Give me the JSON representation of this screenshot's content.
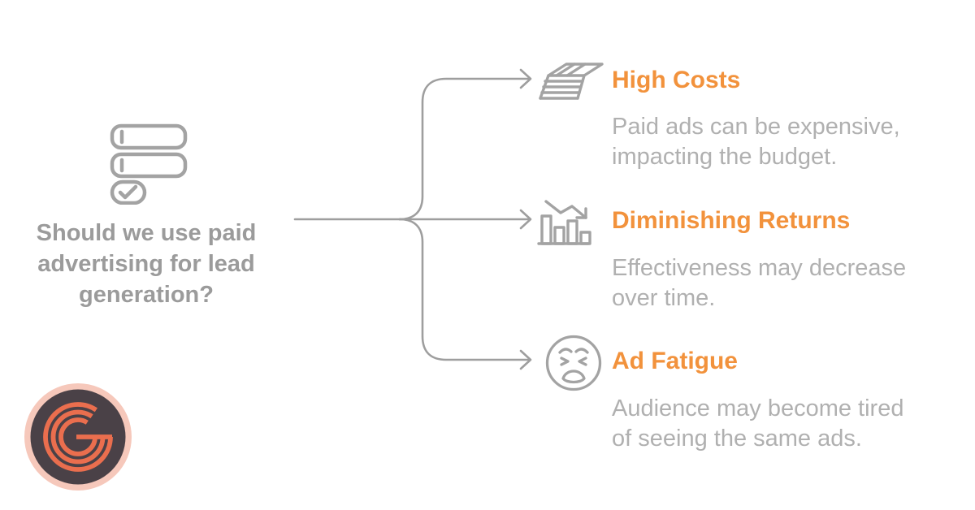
{
  "colors": {
    "background": "#ffffff",
    "accent_orange": "#f2923c",
    "question_gray": "#9b9b9b",
    "body_gray": "#b0b0b0",
    "line_gray": "#9e9e9e",
    "icon_gray": "#a3a3a3",
    "logo_ring": "#f6c8bb",
    "logo_bg": "#4a4147",
    "logo_mark": "#ea6e4e"
  },
  "question": {
    "lines": [
      "Should we use paid",
      "advertising for lead",
      "generation?"
    ],
    "full_text": "Should we use paid advertising for lead generation?",
    "icon": "form-checklist-icon"
  },
  "branches": [
    {
      "title": "High Costs",
      "description": "Paid ads can be expensive, impacting the budget.",
      "desc_lines": [
        "Paid ads can be expensive,",
        "impacting the budget."
      ],
      "icon": "money-stack-icon"
    },
    {
      "title": "Diminishing Returns",
      "description": "Effectiveness may decrease over time.",
      "desc_lines": [
        "Effectiveness may decrease",
        "over time."
      ],
      "icon": "declining-bar-chart-icon"
    },
    {
      "title": "Ad Fatigue",
      "description": "Audience may become tired of seeing the same ads.",
      "desc_lines": [
        "Audience may become tired",
        "of seeing the same ads."
      ],
      "icon": "weary-face-icon"
    }
  ],
  "logo": {
    "letter": "G"
  }
}
